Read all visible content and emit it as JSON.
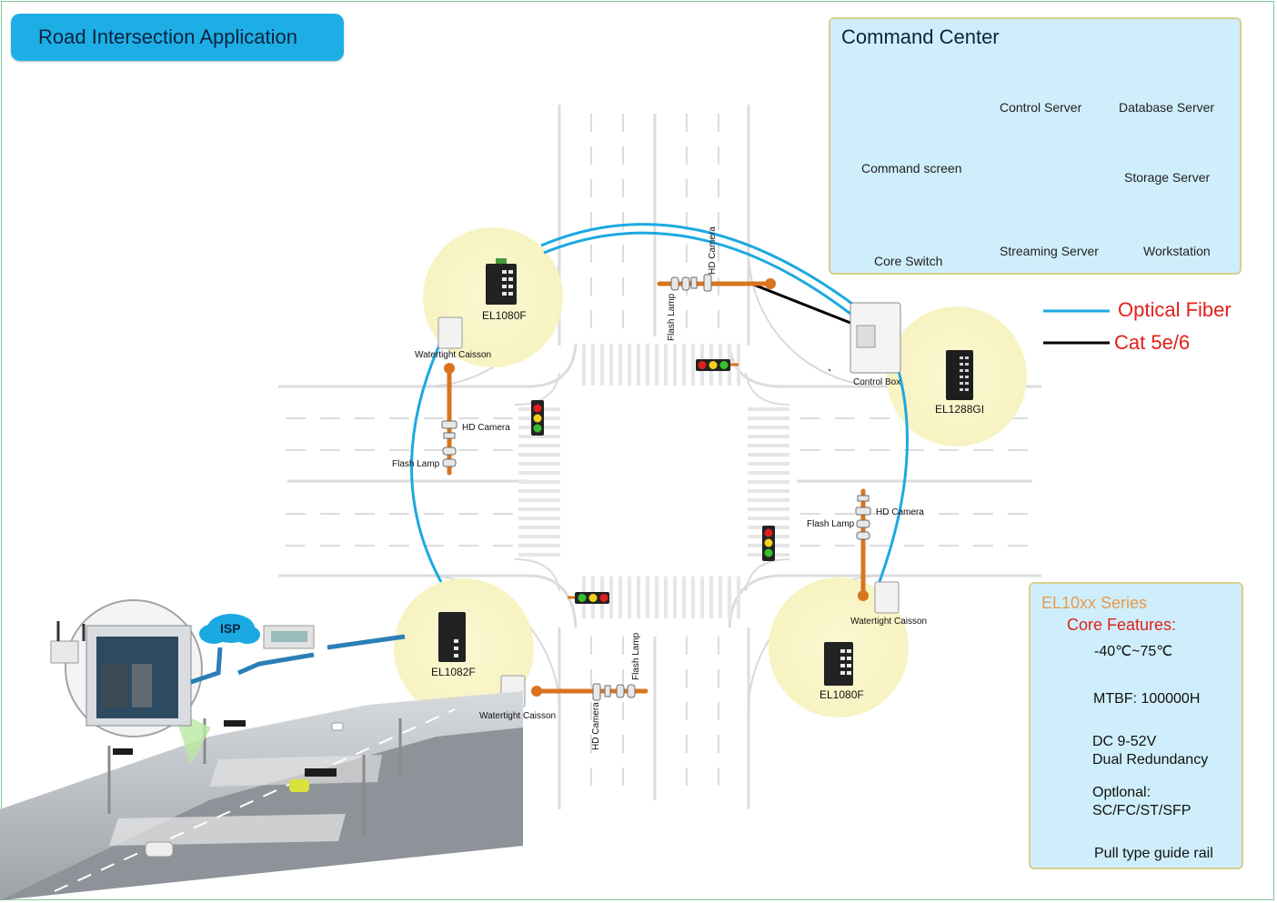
{
  "title": "Road Intersection Application",
  "command_center": {
    "title": "Command Center",
    "items": {
      "command_screen": "Command screen",
      "control_server": "Control Server",
      "database_server": "Database Server",
      "storage_server": "Storage Server",
      "core_switch": "Core Switch",
      "streaming_server": "Streaming Server",
      "workstation": "Workstation"
    }
  },
  "legend": {
    "fiber": {
      "label": "Optical Fiber",
      "color": "#1ba9e1"
    },
    "cat": {
      "label": "Cat 5e/6",
      "color": "#000000"
    },
    "label_color": "#e0201c"
  },
  "nodes": {
    "nw": {
      "device": "EL1080F",
      "caisson": "Watertight Caisson",
      "camera": "HD Camera",
      "lamp": "Flash Lamp"
    },
    "ne": {
      "device": "EL1288GI",
      "box": "Control Box",
      "camera": "HD Camera",
      "lamp": "Flash Lamp"
    },
    "sw": {
      "device": "EL1082F",
      "caisson": "Watertight Caisson",
      "camera": "HD Camera",
      "lamp": "Flash Lamp"
    },
    "se": {
      "device": "EL1080F",
      "caisson": "Watertight Caisson",
      "camera": "HD Camera",
      "lamp": "Flash Lamp"
    }
  },
  "isp": "ISP",
  "features": {
    "series": "EL10xx Series",
    "heading": "Core Features:",
    "items": [
      "-40℃~75℃",
      "MTBF: 100000H",
      "DC 9-52V",
      "Dual Redundancy",
      "Optlonal:",
      "SC/FC/ST/SFP",
      "Pull type guide rail"
    ]
  },
  "colors": {
    "title_bg": "#1eaee6",
    "panel_bg": "#cfeefb",
    "node_glow": "#fbf8d2",
    "orange": "#d9741f",
    "series_color": "#e79a4a",
    "heading_color": "#e0201c"
  }
}
